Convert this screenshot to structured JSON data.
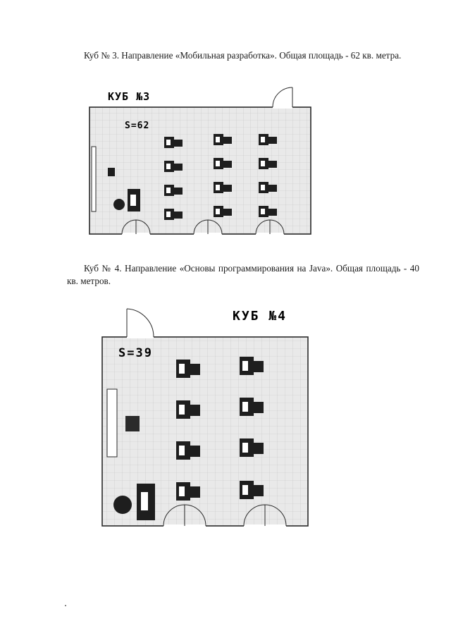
{
  "cube3": {
    "caption_label": "Куб № 3.",
    "caption_text": "Направление «Мобильная разработка». Общая площадь - 62 кв. метра.",
    "plan_title": "КУБ №3",
    "plan_area": "S=62"
  },
  "cube4": {
    "caption_label": "Куб № 4.",
    "caption_text": "Направление «Основы программирования на Java». Общая площадь - 40 кв. метров.",
    "plan_title": "КУБ №4",
    "plan_area": "S=39"
  },
  "colors": {
    "grid_bg": "#e9e9e9",
    "grid_line": "#bdbdbd",
    "wall": "#2a2a2a",
    "furniture": "#1e1e1e"
  }
}
